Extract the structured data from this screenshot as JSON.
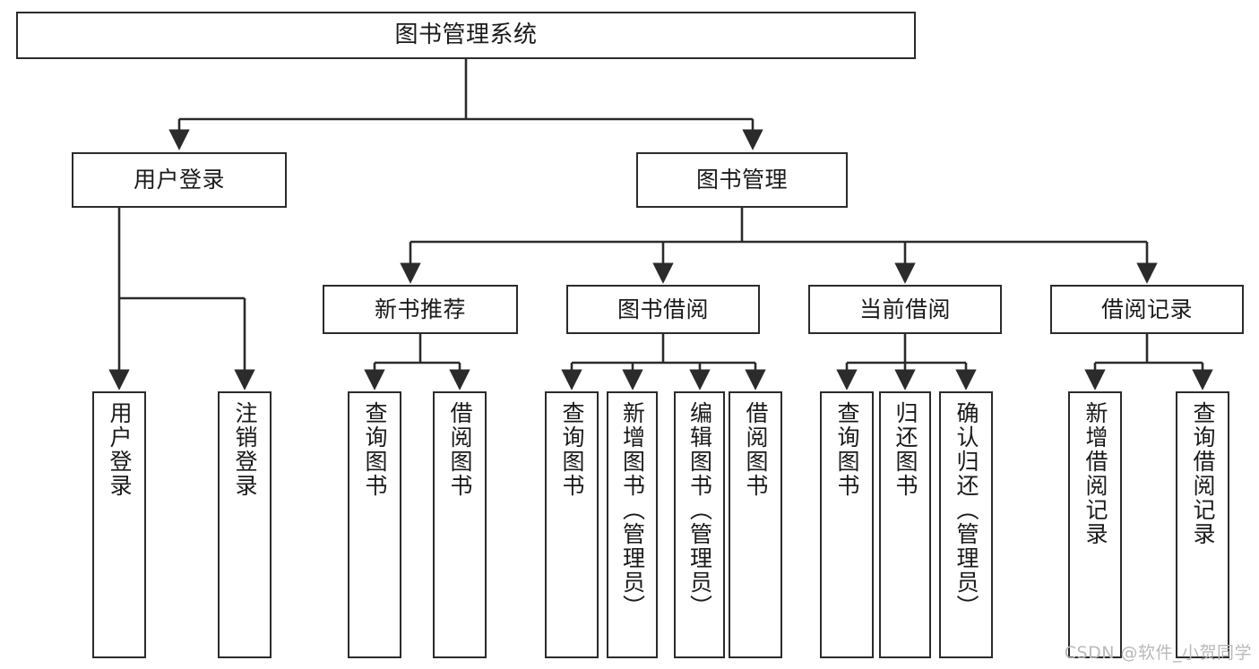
{
  "diagram": {
    "title": "图书管理系统",
    "watermark": "CSDN @软件_小贺同学",
    "root": {
      "id": "root",
      "label": "图书管理系统"
    },
    "level2": [
      {
        "id": "user-login",
        "label": "用户登录"
      },
      {
        "id": "book-manage",
        "label": "图书管理"
      }
    ],
    "level3": [
      {
        "id": "new-book-recommend",
        "label": "新书推荐"
      },
      {
        "id": "book-borrow",
        "label": "图书借阅"
      },
      {
        "id": "current-borrow",
        "label": "当前借阅"
      },
      {
        "id": "borrow-record",
        "label": "借阅记录"
      }
    ],
    "leaves": {
      "user_login": [
        {
          "id": "leaf-user-login",
          "label": "用户登录"
        },
        {
          "id": "leaf-logout-login",
          "label": "注销登录"
        }
      ],
      "new_book_recommend": [
        {
          "id": "leaf-query-book-1",
          "label": "查询图书"
        },
        {
          "id": "leaf-borrow-book-1",
          "label": "借阅图书"
        }
      ],
      "book_borrow": [
        {
          "id": "leaf-query-book-2",
          "label": "查询图书"
        },
        {
          "id": "leaf-add-book",
          "label": "新增图书（管理员）"
        },
        {
          "id": "leaf-edit-book",
          "label": "编辑图书（管理员）"
        },
        {
          "id": "leaf-borrow-book-2",
          "label": "借阅图书"
        }
      ],
      "current_borrow": [
        {
          "id": "leaf-query-book-3",
          "label": "查询图书"
        },
        {
          "id": "leaf-return-book",
          "label": "归还图书"
        },
        {
          "id": "leaf-confirm-return",
          "label": "确认归还（管理员）"
        }
      ],
      "borrow_record": [
        {
          "id": "leaf-add-record",
          "label": "新增借阅记录"
        },
        {
          "id": "leaf-query-record",
          "label": "查询借阅记录"
        }
      ]
    },
    "colors": {
      "stroke": "#2b2b2b",
      "fill": "#ffffff",
      "text": "#1a1a1a",
      "watermark": "#b9b9b9"
    }
  }
}
